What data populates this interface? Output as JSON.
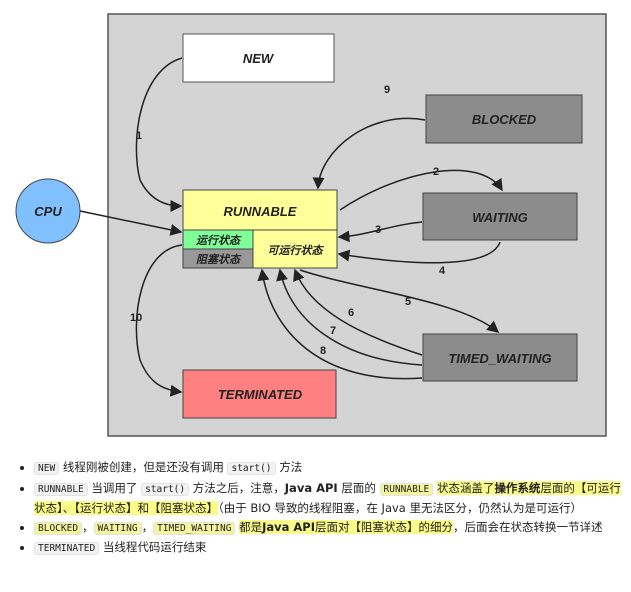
{
  "diagram": {
    "states": {
      "new": "NEW",
      "blocked": "BLOCKED",
      "runnable": "RUNNABLE",
      "running": "运行状态",
      "os_blocked": "阻塞状态",
      "ready": "可运行状态",
      "waiting": "WAITING",
      "timed_waiting": "TIMED_WAITING",
      "terminated": "TERMINATED",
      "cpu": "CPU"
    },
    "transitions": [
      "1",
      "2",
      "3",
      "4",
      "5",
      "6",
      "7",
      "8",
      "9",
      "10"
    ],
    "colors": {
      "background": "#d4d4d4",
      "new": "#ffffff",
      "gray_state": "#8c8c8c",
      "runnable": "#ffff99",
      "running": "#80ff99",
      "os_blocked": "#999999",
      "terminated": "#ff8080",
      "cpu": "#80c0ff"
    }
  },
  "notes": [
    {
      "code": "NEW",
      "text": "线程刚被创建，但是还没有调用",
      "code2": "start()",
      "text2": "方法"
    },
    {
      "code": "RUNNABLE",
      "text": "当调用了",
      "code2": "start()",
      "text2": "方法之后，注意，",
      "bold1": "Java API",
      "text3": "层面的",
      "code3": "RUNNABLE",
      "hl1": "状态涵盖了",
      "hlb": "操作系统",
      "hl2": "层面的【可运行状态】、【运行状态】和【阻塞状态】",
      "text4": "（由于 BIO 导致的线程阻塞，在 Java 里无法区分，仍然认为是可运行）"
    },
    {
      "code": "BLOCKED",
      "sep": "，",
      "code2": "WAITING",
      "code3": "TIMED_WAITING",
      "hl1": "都是",
      "hlb": "Java API",
      "hl2": "层面对【阻塞状态】的细分",
      "text": "，后面会在状态转换一节详述"
    },
    {
      "code": "TERMINATED",
      "text": "当线程代码运行结束"
    }
  ]
}
